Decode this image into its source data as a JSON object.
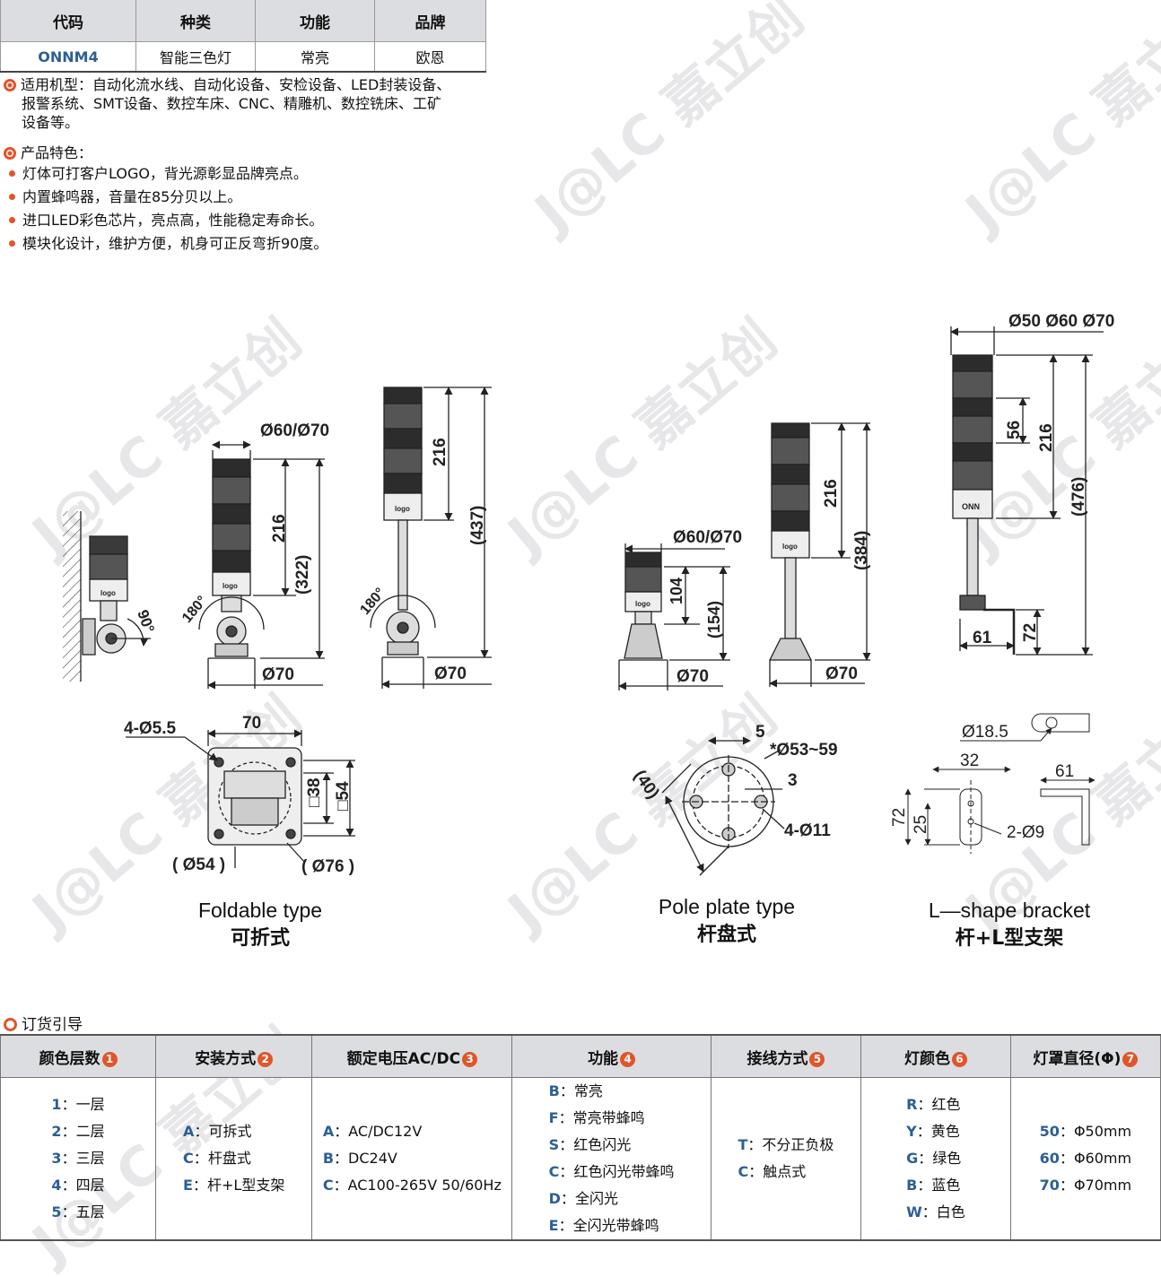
{
  "spec_table": {
    "headers": [
      "代码",
      "种类",
      "功能",
      "品牌"
    ],
    "row": [
      "ONNM4",
      "智能三色灯",
      "常亮",
      "欧恩"
    ]
  },
  "applicable": {
    "label": "适用机型：",
    "lines": [
      "自动化流水线、自动化设备、安检设备、LED封装设备、",
      "报警系统、SMT设备、数控车床、CNC、精雕机、数控铣床、工矿",
      "设备等。"
    ]
  },
  "features": {
    "label": "产品特色：",
    "items": [
      "灯体可打客户LOGO，背光源彰显品牌亮点。",
      "内置蜂鸣器，音量在85分贝以上。",
      "进口LED彩色芯片，亮点高，性能稳定寿命长。",
      "模块化设计，维护方便，机身可正反弯折90度。"
    ]
  },
  "watermark": "J@LC 嘉立创",
  "drawings": {
    "foldable": {
      "dims": [
        "Ø60/Ø70",
        "216",
        "(322)",
        "216",
        "(437)",
        "Ø70",
        "Ø70",
        "90°",
        "180°",
        "180°",
        "logo",
        "logo",
        "logo"
      ],
      "base": [
        "4-Ø5.5",
        "70",
        "□38",
        "□54",
        "( Ø54 )",
        "( Ø76 )"
      ],
      "caption_en": "Foldable type",
      "caption_zh": "可折式"
    },
    "pole": {
      "dims": [
        "Ø60/Ø70",
        "104",
        "(154)",
        "216",
        "(384)",
        "Ø70",
        "Ø70",
        "logo",
        "logo"
      ],
      "base": [
        "5",
        "*Ø53~59",
        "3",
        "(40)",
        "4-Ø11"
      ],
      "caption_en": "Pole plate type",
      "caption_zh": "杆盘式"
    },
    "lshape": {
      "dims": [
        "Ø50 Ø60 Ø70",
        "56",
        "216",
        "(476)",
        "61",
        "72",
        "ONN"
      ],
      "base": [
        "Ø18.5",
        "32",
        "61",
        "72",
        "25",
        "2-Ø9"
      ],
      "caption_en": "L—shape bracket",
      "caption_zh": "杆+L型支架"
    }
  },
  "order": {
    "title": "订货引导",
    "columns": [
      {
        "title": "颜色层数",
        "num": "1",
        "options": [
          [
            "1",
            "一层"
          ],
          [
            "2",
            "二层"
          ],
          [
            "3",
            "三层"
          ],
          [
            "4",
            "四层"
          ],
          [
            "5",
            "五层"
          ]
        ]
      },
      {
        "title": "安装方式",
        "num": "2",
        "options": [
          [
            "A",
            "可拆式"
          ],
          [
            "C",
            "杆盘式"
          ],
          [
            "E",
            "杆+L型支架"
          ]
        ]
      },
      {
        "title": "额定电压AC/DC",
        "num": "3",
        "options": [
          [
            "A",
            "AC/DC12V"
          ],
          [
            "B",
            "DC24V"
          ],
          [
            "C",
            "AC100-265V 50/60Hz"
          ]
        ]
      },
      {
        "title": "功能",
        "num": "4",
        "options": [
          [
            "B",
            "常亮"
          ],
          [
            "F",
            "常亮带蜂鸣"
          ],
          [
            "S",
            "红色闪光"
          ],
          [
            "C",
            "红色闪光带蜂鸣"
          ],
          [
            "D",
            "全闪光"
          ],
          [
            "E",
            "全闪光带蜂鸣"
          ]
        ]
      },
      {
        "title": "接线方式",
        "num": "5",
        "options": [
          [
            "T",
            "不分正负极"
          ],
          [
            "C",
            "触点式"
          ]
        ]
      },
      {
        "title": "灯颜色",
        "num": "6",
        "options": [
          [
            "R",
            "红色"
          ],
          [
            "Y",
            "黄色"
          ],
          [
            "G",
            "绿色"
          ],
          [
            "B",
            "蓝色"
          ],
          [
            "W",
            "白色"
          ]
        ]
      },
      {
        "title": "灯罩直径(Φ)",
        "num": "7",
        "options": [
          [
            "50",
            "Φ50mm"
          ],
          [
            "60",
            "Φ60mm"
          ],
          [
            "70",
            "Φ70mm"
          ]
        ]
      }
    ]
  }
}
